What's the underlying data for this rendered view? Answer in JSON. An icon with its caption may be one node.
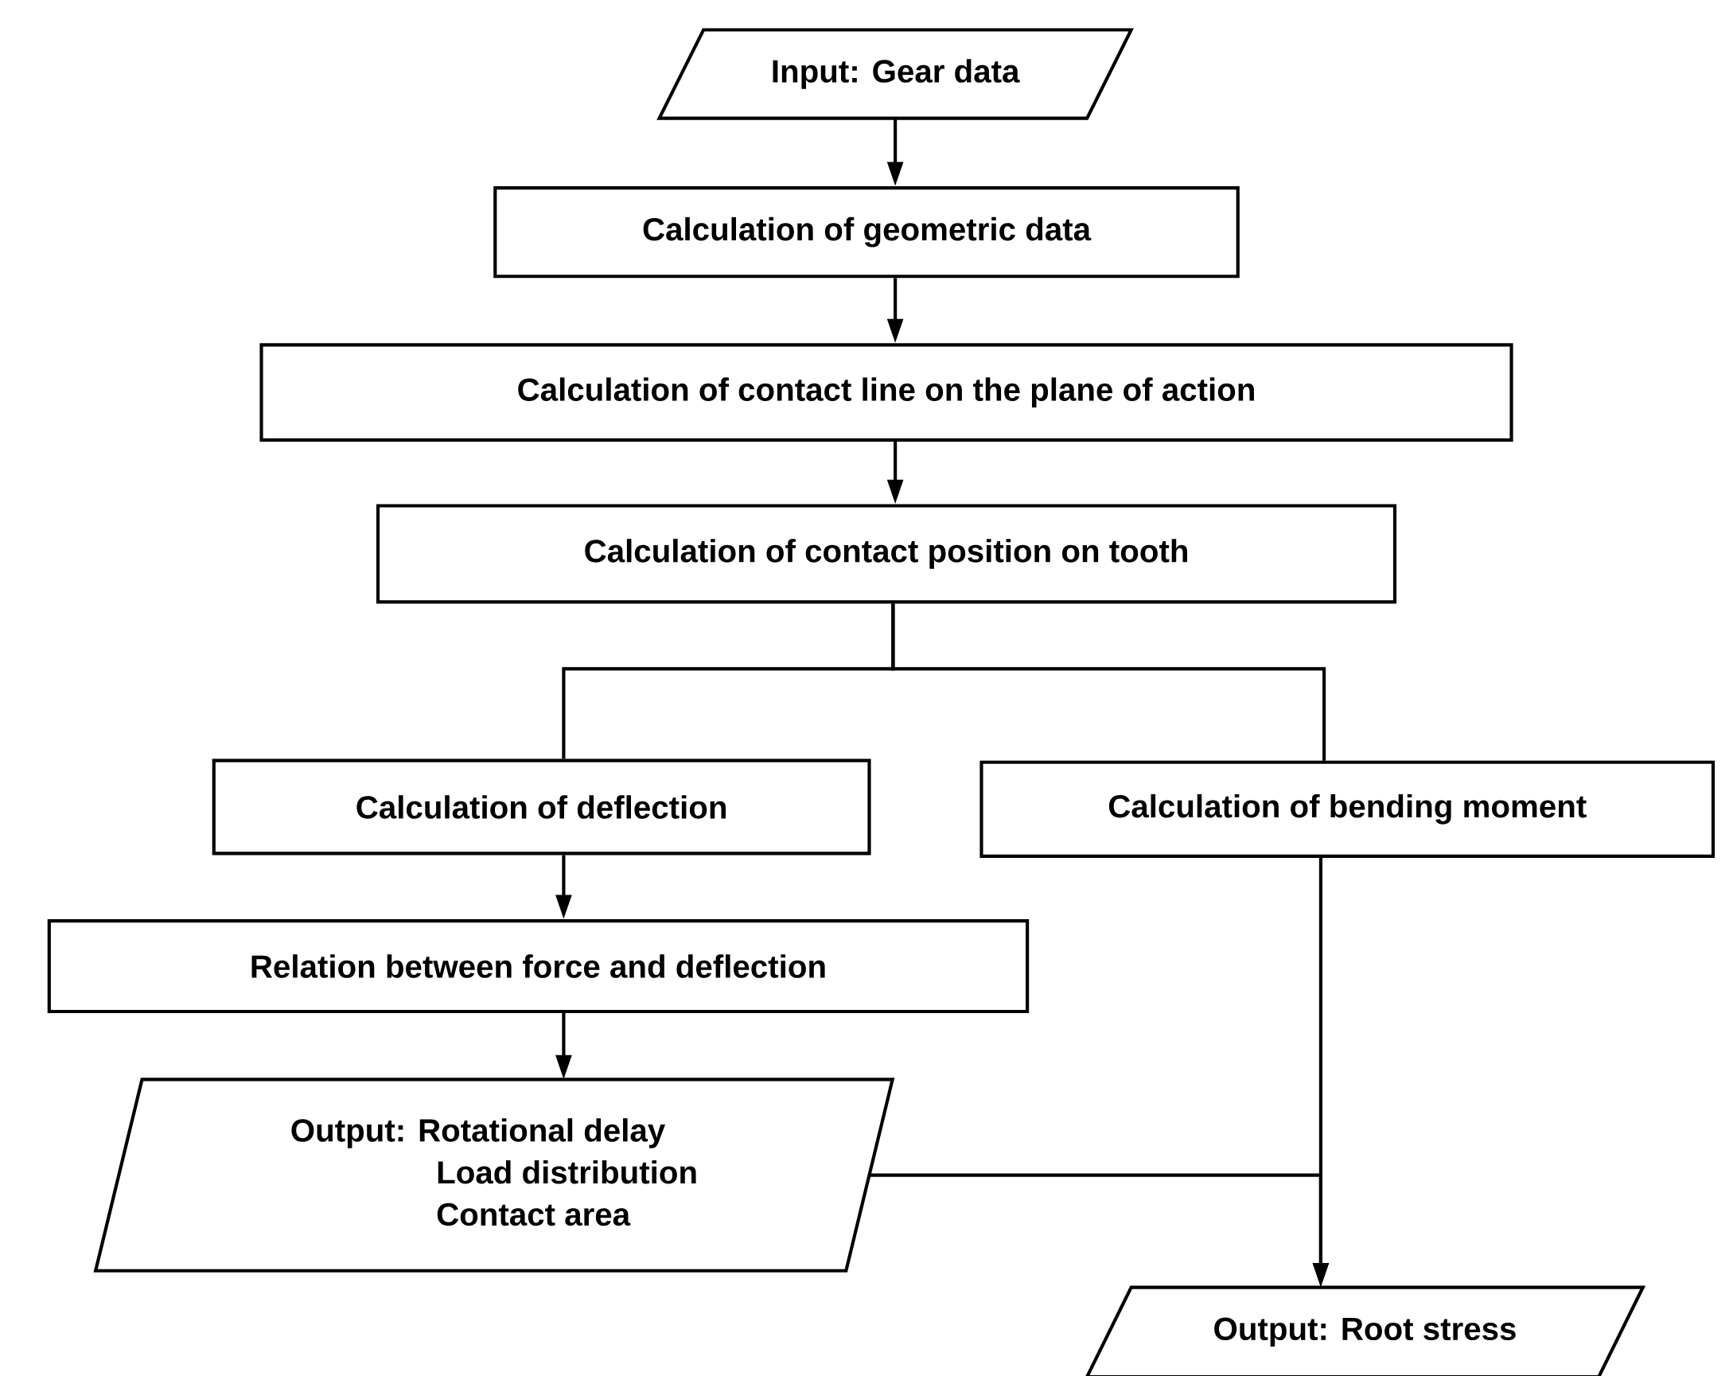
{
  "diagram": {
    "nodes": [
      {
        "text": [
          "Input: Gear data"
        ]
      },
      {
        "text": [
          "Calculation of geometric data"
        ]
      },
      {
        "text": [
          "Calculation of contact line on the plane of action"
        ]
      },
      {
        "text": [
          "Calculation of contact position on tooth"
        ]
      },
      {
        "text": [
          "Calculation of deflection"
        ]
      },
      {
        "text": [
          "Calculation of bending moment"
        ]
      },
      {
        "text": [
          "Relation between force and deflection"
        ]
      },
      {
        "text": [
          "Output: Rotational delay",
          "Load distribution",
          "Contact area"
        ]
      },
      {
        "text": [
          "Output: Root stress"
        ]
      }
    ],
    "edges": [
      {
        "from": 0,
        "to": 1,
        "arrow": "to"
      },
      {
        "from": 1,
        "to": 2,
        "arrow": "to"
      },
      {
        "from": 2,
        "to": 3,
        "arrow": "to"
      },
      {
        "from": 3,
        "to": 4,
        "arrow": "none"
      },
      {
        "from": 3,
        "to": 5,
        "arrow": "none"
      },
      {
        "from": 4,
        "to": 6,
        "arrow": "to"
      },
      {
        "from": 6,
        "to": 7,
        "arrow": "to"
      },
      {
        "from": 5,
        "to": 8,
        "arrow": "to"
      },
      {
        "from": 7,
        "to": 8,
        "arrow": "to"
      }
    ]
  }
}
